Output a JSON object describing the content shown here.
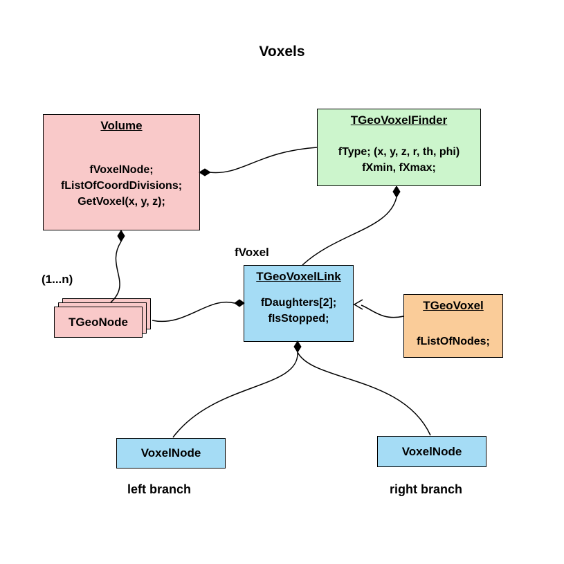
{
  "title": "Voxels",
  "nodes": {
    "volume": {
      "title": "Volume",
      "lines": [
        "fVoxelNode;",
        "fListOfCoordDivisions;",
        "GetVoxel(x, y, z);"
      ]
    },
    "voxel_finder": {
      "title": "TGeoVoxelFinder",
      "lines": [
        "fType; (x, y, z, r, th, phi)",
        "fXmin, fXmax;"
      ]
    },
    "voxel_link": {
      "title": "TGeoVoxelLink",
      "lines": [
        "fDaughters[2];",
        "fIsStopped;"
      ]
    },
    "tgeo_voxel": {
      "title": "TGeoVoxel",
      "lines": [
        "fListOfNodes;"
      ]
    },
    "tgeo_node": {
      "label": "TGeoNode"
    },
    "voxel_node_left": {
      "label": "VoxelNode"
    },
    "voxel_node_right": {
      "label": "VoxelNode"
    }
  },
  "labels": {
    "fvoxel": "fVoxel",
    "multiplicity": "(1...n)",
    "left_branch": "left branch",
    "right_branch": "right branch"
  },
  "colors": {
    "pink": "#F9C9C9",
    "green": "#CCF5CC",
    "blue": "#A5DCF5",
    "orange": "#FACC99",
    "ink": "#000000"
  }
}
